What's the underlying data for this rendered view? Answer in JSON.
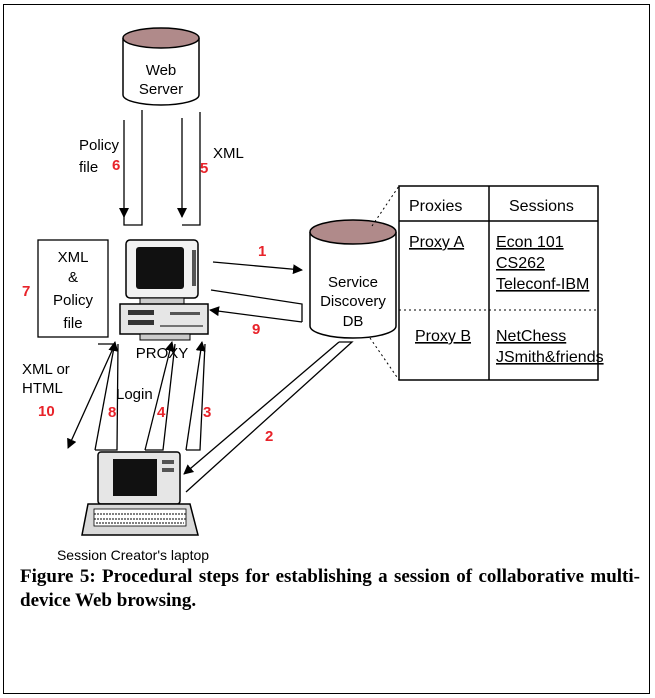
{
  "web_server": {
    "line1": "Web",
    "line2": "Server"
  },
  "proxy_label": "PROXY",
  "xml_box": {
    "line1": "XML",
    "line2": "&",
    "line3": "Policy",
    "line4": "file"
  },
  "service_db": {
    "line1": "Service",
    "line2": "Discovery",
    "line3": "DB"
  },
  "table": {
    "headers": [
      "Proxies",
      "Sessions"
    ],
    "rows": [
      {
        "proxy": "Proxy A",
        "sessions": [
          "Econ 101",
          "CS262",
          "Teleconf-IBM"
        ]
      },
      {
        "proxy": "Proxy B",
        "sessions": [
          "NetChess",
          "JSmith&friends"
        ]
      }
    ]
  },
  "arrow_labels": {
    "policy_line1": "Policy",
    "policy_line2": "file",
    "xml": "XML",
    "xml_or_html_line1": "XML or",
    "xml_or_html_line2": "HTML",
    "login": "Login"
  },
  "step_numbers": {
    "s1": "1",
    "s2": "2",
    "s3": "3",
    "s4": "4",
    "s5": "5",
    "s6": "6",
    "s7": "7",
    "s8": "8",
    "s9": "9",
    "s10": "10"
  },
  "laptop_label": "Session Creator's laptop",
  "caption": "Figure 5: Procedural steps for establishing a session of collaborative multi-device Web browsing.",
  "colors": {
    "cylinder_top": "#b08a8a",
    "step_numbers": "#e8232a"
  }
}
